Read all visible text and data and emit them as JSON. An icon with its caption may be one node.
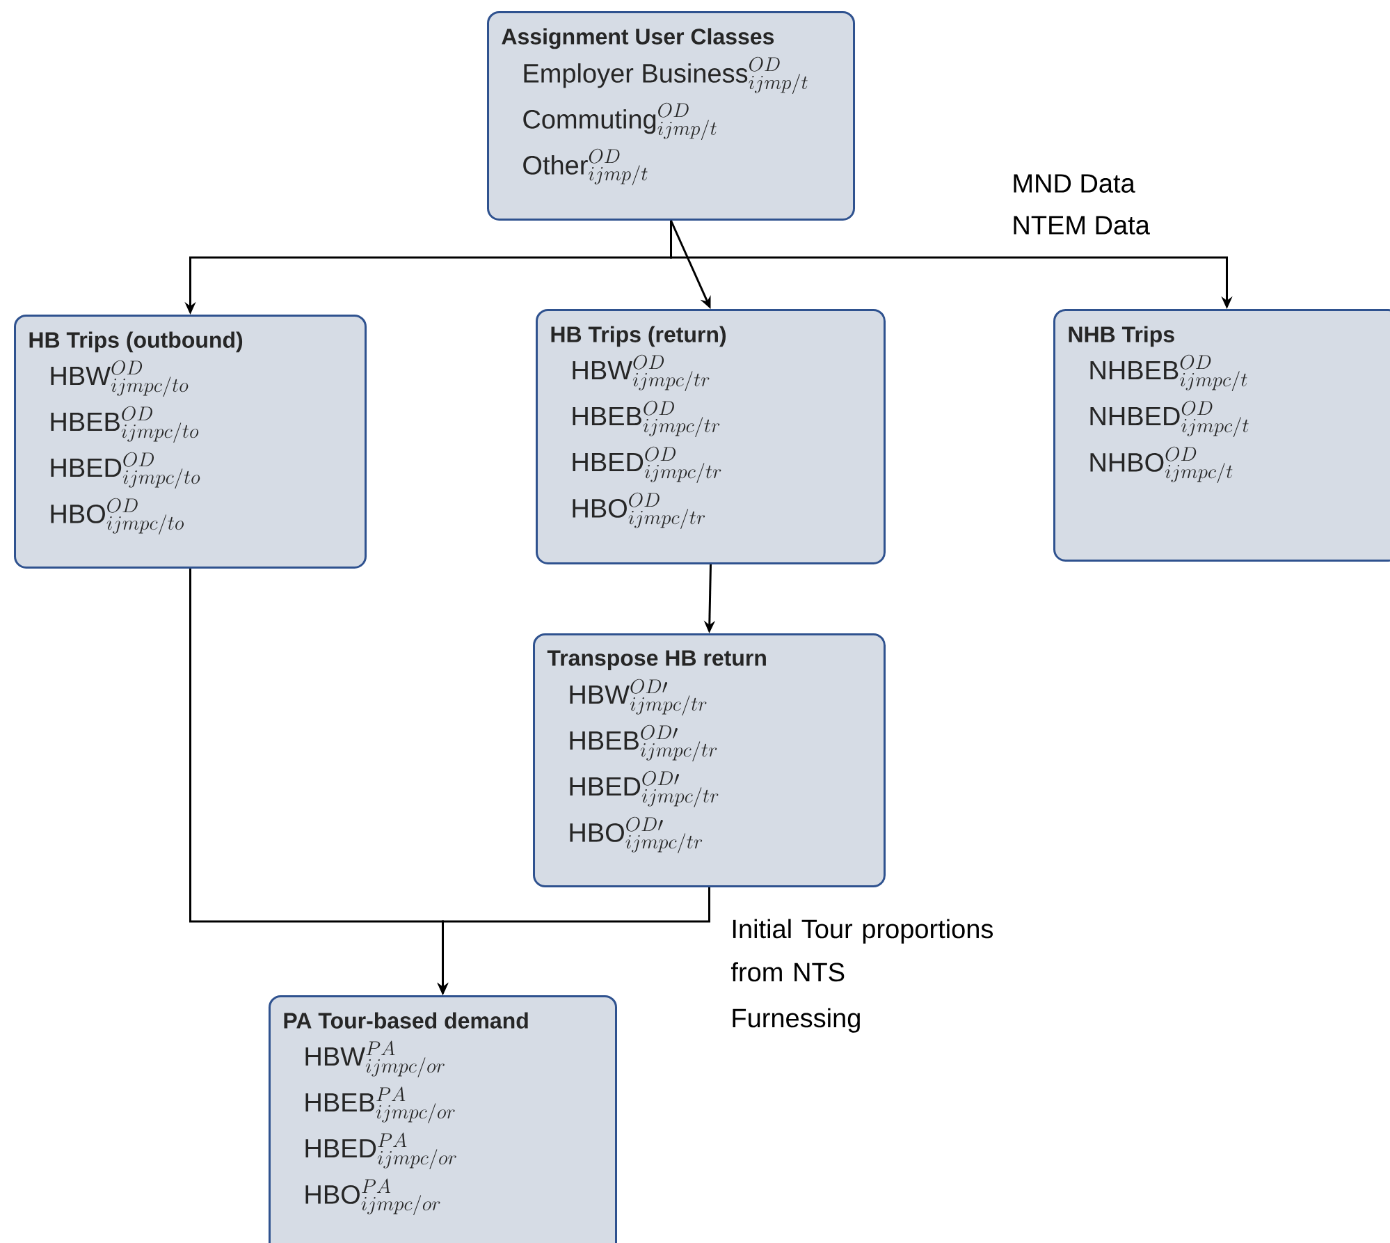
{
  "diagram": {
    "nodes": [
      {
        "text": [
          "Assignment User Classes",
          "\\mathrm{Employer\\ Business}^{OD}_{ijmp/t}",
          "\\mathrm{Commuting}^{OD}_{ijmp/t}",
          "\\mathrm{Other}^{OD}_{ijmp/t}"
        ]
      },
      {
        "text": [
          "HB Trips (outbound)",
          "\\mathrm{HBW}^{OD}_{ijmpc/to}",
          "\\mathrm{HBEB}^{OD}_{ijmpc/to}",
          "\\mathrm{HBED}^{OD}_{ijmpc/to}",
          "\\mathrm{HBO}^{OD}_{ijmpc/to}"
        ]
      },
      {
        "text": [
          "HB Trips (return)",
          "\\mathrm{HBW}^{OD}_{ijmpc/tr}",
          "\\mathrm{HBEB}^{OD}_{ijmpc/tr}",
          "\\mathrm{HBED}^{OD}_{ijmpc/tr}",
          "\\mathrm{HBO}^{OD}_{ijmpc/tr}"
        ]
      },
      {
        "text": [
          "NHB Trips",
          "\\mathrm{NHBEB}^{OD}_{ijmpc/t}",
          "\\mathrm{NHBED}^{OD}_{ijmpc/t}",
          "\\mathrm{NHBO}^{OD}_{ijmpc/t}"
        ]
      },
      {
        "text": [
          "Transpose HB return",
          "\\mathrm{HBW}^{OD\\prime}_{ijmpc/tr}",
          "\\mathrm{HBEB}^{OD\\prime}_{ijmpc/tr}",
          "\\mathrm{HBED}^{OD\\prime}_{ijmpc/tr}",
          "\\mathrm{HBO}^{OD\\prime}_{ijmpc/tr}"
        ]
      },
      {
        "text": [
          "PA Tour-based demand",
          "\\mathrm{HBW}^{PA}_{ijmpc/or}",
          "\\mathrm{HBEB}^{PA}_{ijmpc/or}",
          "\\mathrm{HBED}^{PA}_{ijmpc/or}",
          "\\mathrm{HBO}^{PA}_{ijmpc/or}"
        ]
      }
    ],
    "edges": [
      {
        "from": 0,
        "to": 1,
        "arrow": "to"
      },
      {
        "from": 0,
        "to": 2,
        "arrow": "to"
      },
      {
        "from": 0,
        "to": 3,
        "arrow": "to"
      },
      {
        "from": 2,
        "to": 4,
        "arrow": "to"
      },
      {
        "from": 1,
        "to": 5,
        "arrow": "to"
      },
      {
        "from": 4,
        "to": 5,
        "arrow": "to"
      }
    ],
    "labels": [
      "MND Data",
      "NTEM Data",
      "Initial Tour proportions from NTS",
      "Furnessing"
    ]
  }
}
